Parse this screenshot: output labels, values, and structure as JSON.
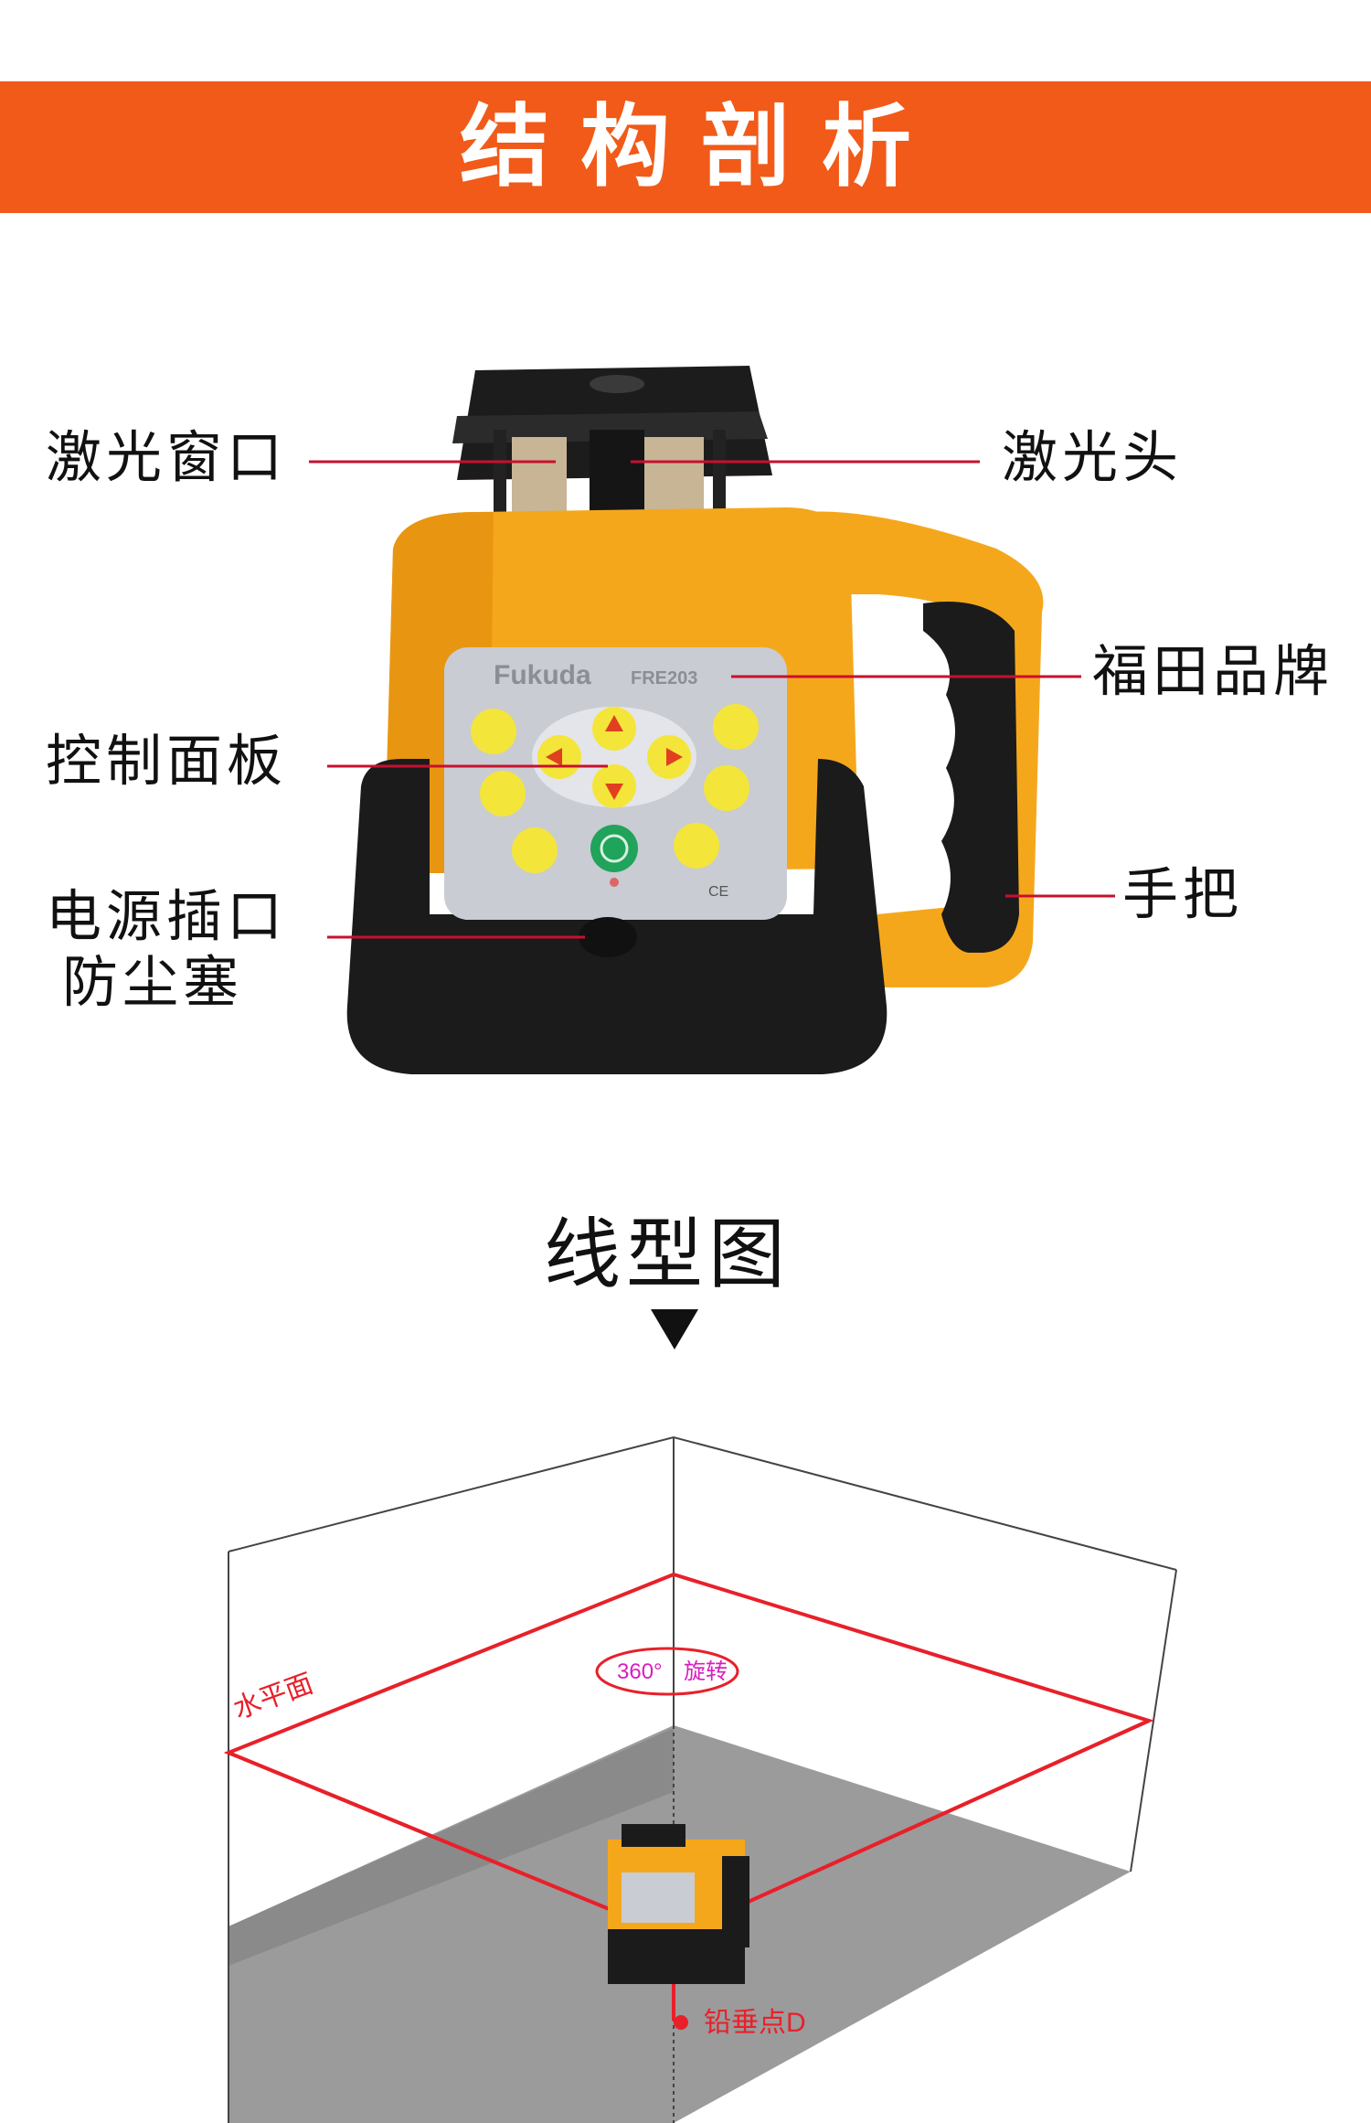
{
  "banner": {
    "title": "结构剖析"
  },
  "callouts": {
    "laser_window": "激光窗口",
    "laser_head": "激光头",
    "brand": "福田品牌",
    "control_panel": "控制面板",
    "handle": "手把",
    "power_plug_line1": "电源插口",
    "power_plug_line2": "防尘塞"
  },
  "device": {
    "brand_name": "Fukuda",
    "model": "FRE203",
    "ce_mark": "CE",
    "colors": {
      "body": "#f5a71c",
      "panel": "#c9ccd2",
      "rubber": "#1b1b1b",
      "button": "#f4e53a",
      "power_button": "#20a35a"
    }
  },
  "line_diagram": {
    "title": "线型图",
    "horizontal_plane": "水平面",
    "rotation_angle": "360°",
    "rotation_label": "旋转",
    "plumb_point": "铅垂点D"
  }
}
